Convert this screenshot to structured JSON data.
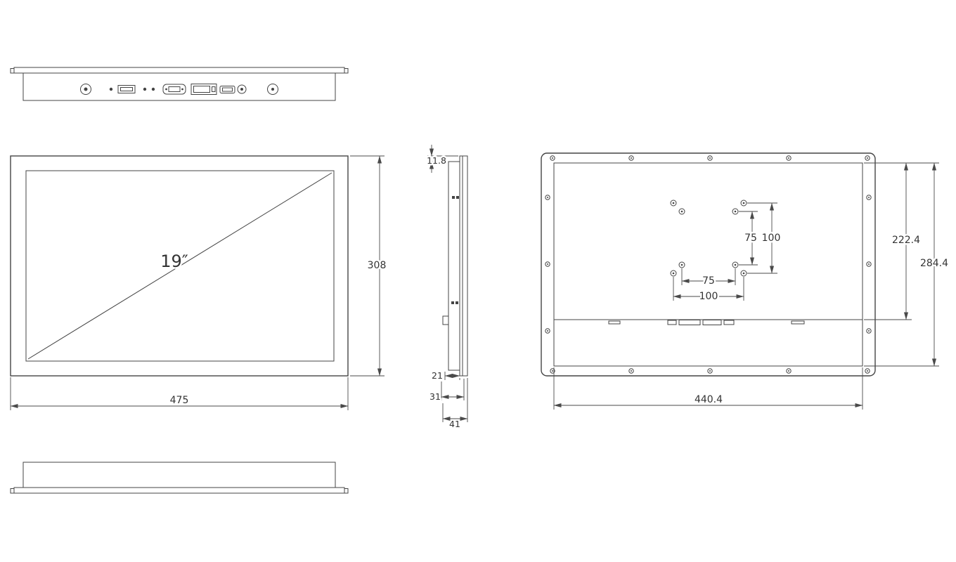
{
  "views": {
    "top": {
      "ports": [
        "power-button",
        "led-indicator",
        "usb-port",
        "osd-buttons",
        "vga-port",
        "dvi-port",
        "hdmi-port",
        "dc-jack",
        "power-switch"
      ]
    },
    "front": {
      "diagonal": "19″",
      "width": "475",
      "height": "308"
    },
    "side": {
      "bezel_depth": "11.8",
      "rear_depth": "21",
      "body_depth": "31",
      "total_depth": "41"
    },
    "rear": {
      "vesa_vertical_75": "75",
      "vesa_vertical_100": "100",
      "vesa_horizontal_75": "75",
      "vesa_horizontal_100": "100",
      "connector_area_height": "222.4",
      "back_height": "284.4",
      "back_width": "440.4"
    }
  },
  "colors": {
    "line": "#444444",
    "background": "#ffffff"
  }
}
